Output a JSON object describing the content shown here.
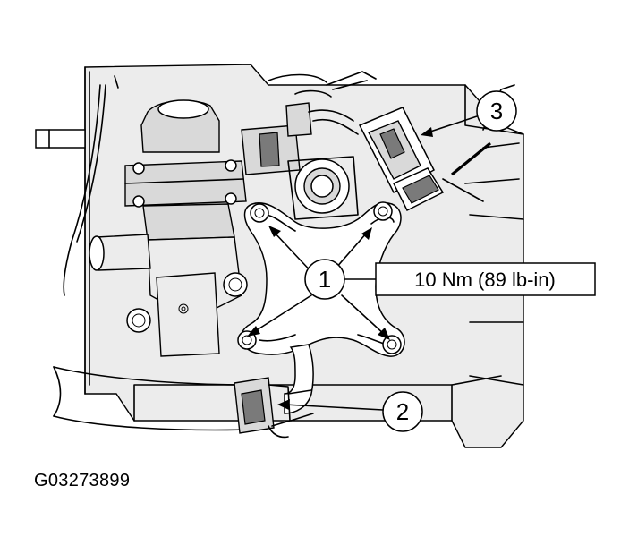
{
  "callouts": [
    {
      "id": "1",
      "label": "1"
    },
    {
      "id": "2",
      "label": "2"
    },
    {
      "id": "3",
      "label": "3"
    }
  ],
  "torque_spec": "10 Nm (89 lb-in)",
  "figure_id": "G03273899"
}
